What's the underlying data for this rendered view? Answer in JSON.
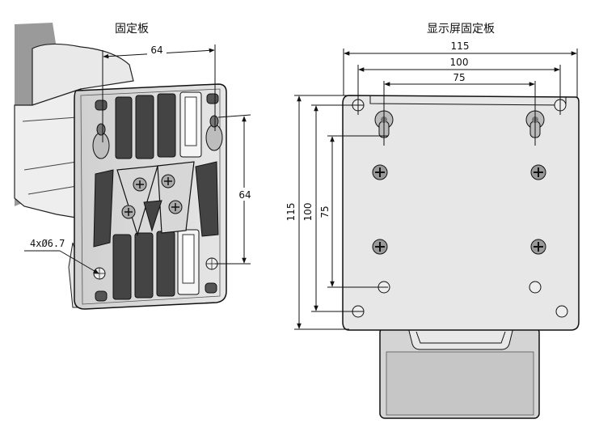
{
  "left_panel": {
    "title": "固定板",
    "dim_width": "64",
    "dim_height": "64",
    "hole_label": "4xØ6.7"
  },
  "right_panel": {
    "title": "显示屏固定板",
    "dim_h_115": "115",
    "dim_h_100": "100",
    "dim_h_75": "75",
    "dim_v_115": "115",
    "dim_v_100": "100",
    "dim_v_75": "75"
  }
}
